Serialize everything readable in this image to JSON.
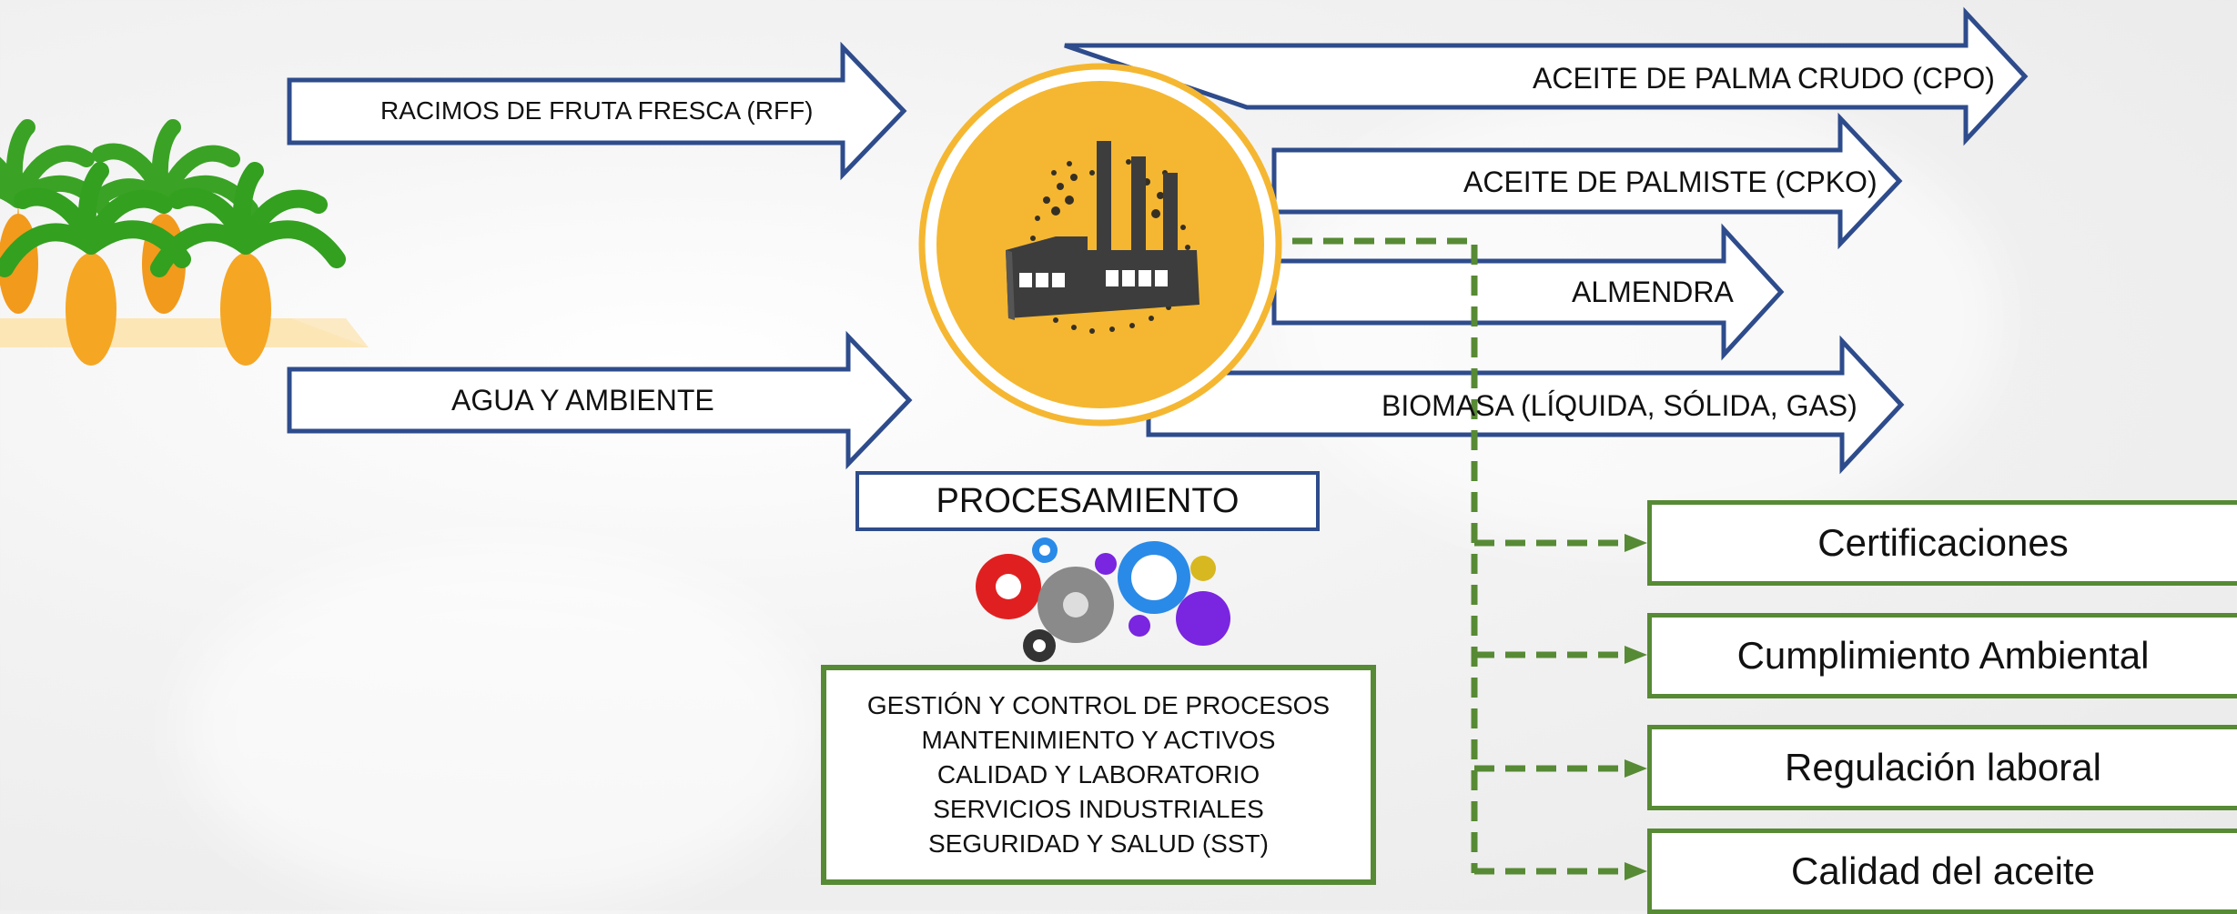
{
  "inputs": [
    {
      "label": "RACIMOS DE FRUTA FRESCA (RFF)"
    },
    {
      "label": "AGUA Y AMBIENTE"
    }
  ],
  "outputs": [
    {
      "label": "ACEITE DE PALMA CRUDO (CPO)"
    },
    {
      "label": "ACEITE DE PALMISTE (CPKO)"
    },
    {
      "label": "ALMENDRA"
    },
    {
      "label": "BIOMASA (LÍQUIDA, SÓLIDA, GAS)"
    }
  ],
  "process": {
    "label": "PROCESAMIENTO"
  },
  "areas": [
    "GESTIÓN Y CONTROL DE PROCESOS",
    "MANTENIMIENTO Y ACTIVOS",
    "CALIDAD Y LABORATORIO",
    "SERVICIOS INDUSTRIALES",
    "SEGURIDAD Y SALUD (SST)"
  ],
  "compliance": [
    "Certificaciones",
    "Cumplimiento Ambiental",
    "Regulación laboral",
    "Calidad del aceite"
  ],
  "colors": {
    "arrow_border": "#2e4c8c",
    "green_border": "#578a34",
    "factory_circle": "#f5b731",
    "factory": "#3d3d3d"
  }
}
